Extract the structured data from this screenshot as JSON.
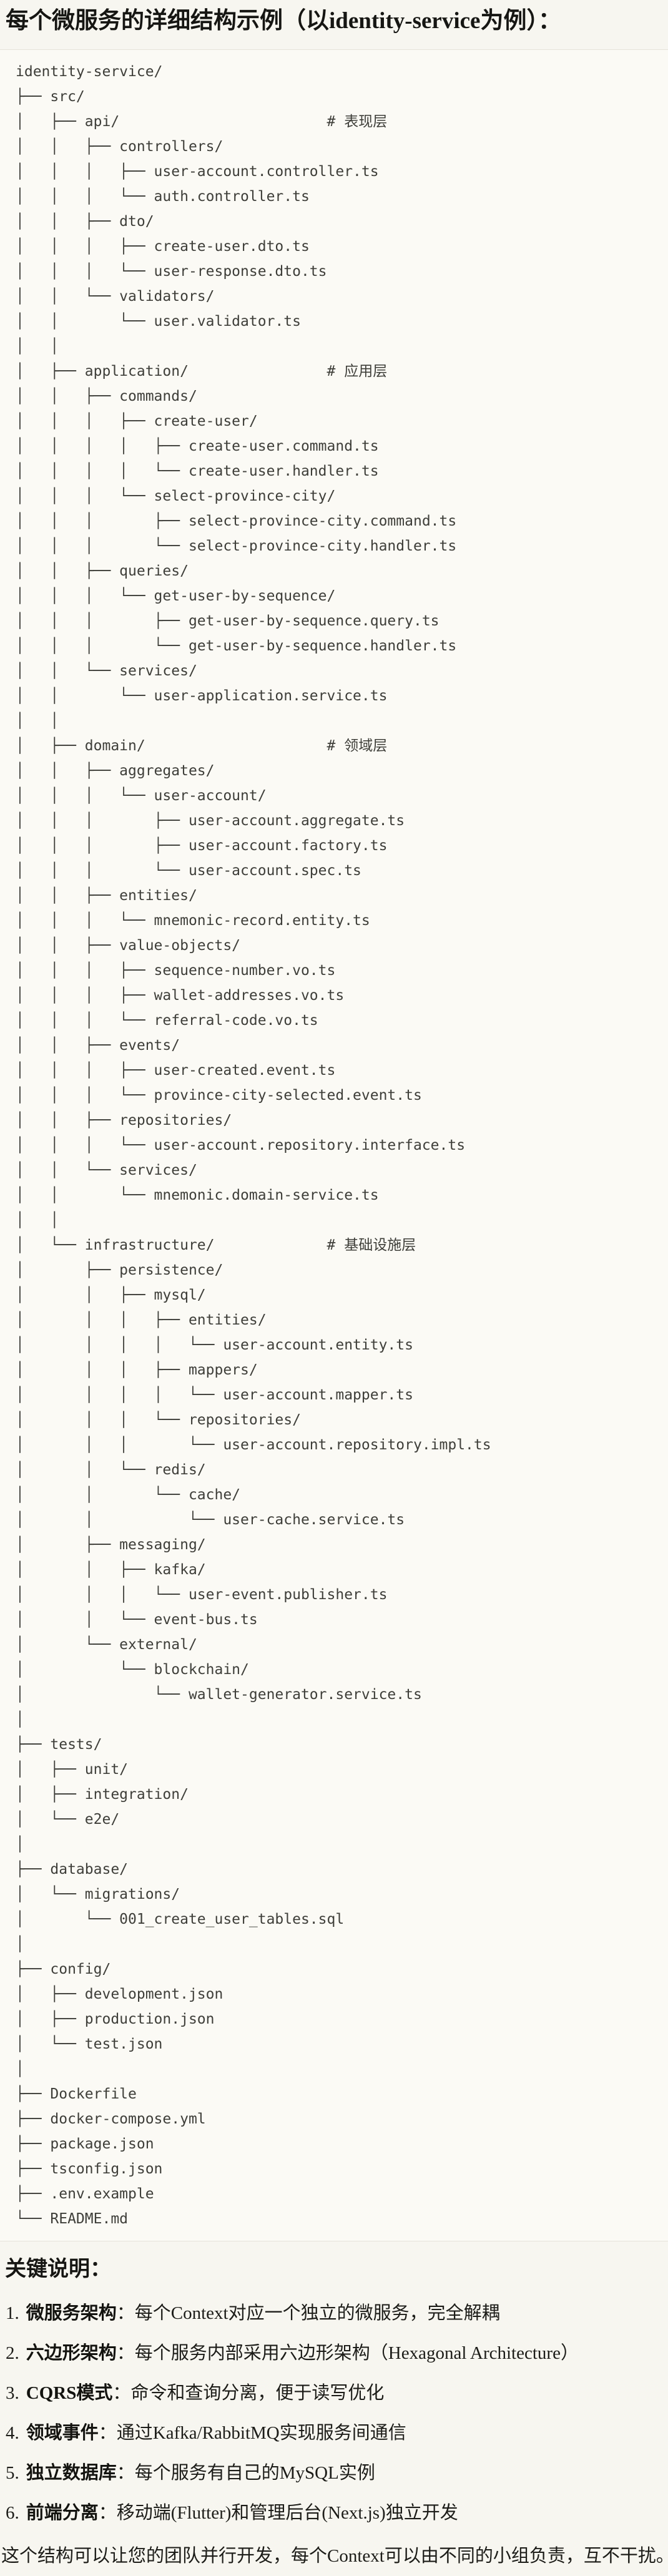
{
  "colors": {
    "page_bg": "#f7f6f0",
    "code_bg": "#fbfaf5",
    "border": "#e5e3da",
    "text": "#1c1c18",
    "code_text": "#3e3e39"
  },
  "heading": {
    "text": "每个微服务的详细结构示例（以identity-service为例）："
  },
  "code_block": {
    "language": "plaintext",
    "lines": [
      "identity-service/",
      "├── src/",
      "│   ├── api/                        # 表现层",
      "│   │   ├── controllers/",
      "│   │   │   ├── user-account.controller.ts",
      "│   │   │   └── auth.controller.ts",
      "│   │   ├── dto/",
      "│   │   │   ├── create-user.dto.ts",
      "│   │   │   └── user-response.dto.ts",
      "│   │   └── validators/",
      "│   │       └── user.validator.ts",
      "│   │",
      "│   ├── application/                # 应用层",
      "│   │   ├── commands/",
      "│   │   │   ├── create-user/",
      "│   │   │   │   ├── create-user.command.ts",
      "│   │   │   │   └── create-user.handler.ts",
      "│   │   │   └── select-province-city/",
      "│   │   │       ├── select-province-city.command.ts",
      "│   │   │       └── select-province-city.handler.ts",
      "│   │   ├── queries/",
      "│   │   │   └── get-user-by-sequence/",
      "│   │   │       ├── get-user-by-sequence.query.ts",
      "│   │   │       └── get-user-by-sequence.handler.ts",
      "│   │   └── services/",
      "│   │       └── user-application.service.ts",
      "│   │",
      "│   ├── domain/                     # 领域层",
      "│   │   ├── aggregates/",
      "│   │   │   └── user-account/",
      "│   │   │       ├── user-account.aggregate.ts",
      "│   │   │       ├── user-account.factory.ts",
      "│   │   │       └── user-account.spec.ts",
      "│   │   ├── entities/",
      "│   │   │   └── mnemonic-record.entity.ts",
      "│   │   ├── value-objects/",
      "│   │   │   ├── sequence-number.vo.ts",
      "│   │   │   ├── wallet-addresses.vo.ts",
      "│   │   │   └── referral-code.vo.ts",
      "│   │   ├── events/",
      "│   │   │   ├── user-created.event.ts",
      "│   │   │   └── province-city-selected.event.ts",
      "│   │   ├── repositories/",
      "│   │   │   └── user-account.repository.interface.ts",
      "│   │   └── services/",
      "│   │       └── mnemonic.domain-service.ts",
      "│   │",
      "│   └── infrastructure/             # 基础设施层",
      "│       ├── persistence/",
      "│       │   ├── mysql/",
      "│       │   │   ├── entities/",
      "│       │   │   │   └── user-account.entity.ts",
      "│       │   │   ├── mappers/",
      "│       │   │   │   └── user-account.mapper.ts",
      "│       │   │   └── repositories/",
      "│       │   │       └── user-account.repository.impl.ts",
      "│       │   └── redis/",
      "│       │       └── cache/",
      "│       │           └── user-cache.service.ts",
      "│       ├── messaging/",
      "│       │   ├── kafka/",
      "│       │   │   └── user-event.publisher.ts",
      "│       │   └── event-bus.ts",
      "│       └── external/",
      "│           └── blockchain/",
      "│               └── wallet-generator.service.ts",
      "│",
      "├── tests/",
      "│   ├── unit/",
      "│   ├── integration/",
      "│   └── e2e/",
      "│",
      "├── database/",
      "│   └── migrations/",
      "│       └── 001_create_user_tables.sql",
      "│",
      "├── config/",
      "│   ├── development.json",
      "│   ├── production.json",
      "│   └── test.json",
      "│",
      "├── Dockerfile",
      "├── docker-compose.yml",
      "├── package.json",
      "├── tsconfig.json",
      "├── .env.example",
      "└── README.md"
    ]
  },
  "notes": {
    "title": "关键说明：",
    "items": [
      {
        "num": "1.",
        "label": "微服务架构",
        "text": "：每个Context对应一个独立的微服务，完全解耦"
      },
      {
        "num": "2.",
        "label": "六边形架构",
        "text": "：每个服务内部采用六边形架构（Hexagonal Architecture）"
      },
      {
        "num": "3.",
        "label": "CQRS模式",
        "text": "：命令和查询分离，便于读写优化"
      },
      {
        "num": "4.",
        "label": "领域事件",
        "text": "：通过Kafka/RabbitMQ实现服务间通信"
      },
      {
        "num": "5.",
        "label": "独立数据库",
        "text": "：每个服务有自己的MySQL实例"
      },
      {
        "num": "6.",
        "label": "前端分离",
        "text": "：移动端(Flutter)和管理后台(Next.js)独立开发"
      }
    ]
  },
  "footer": {
    "text": "这个结构可以让您的团队并行开发，每个Context可以由不同的小组负责，互不干扰。"
  }
}
